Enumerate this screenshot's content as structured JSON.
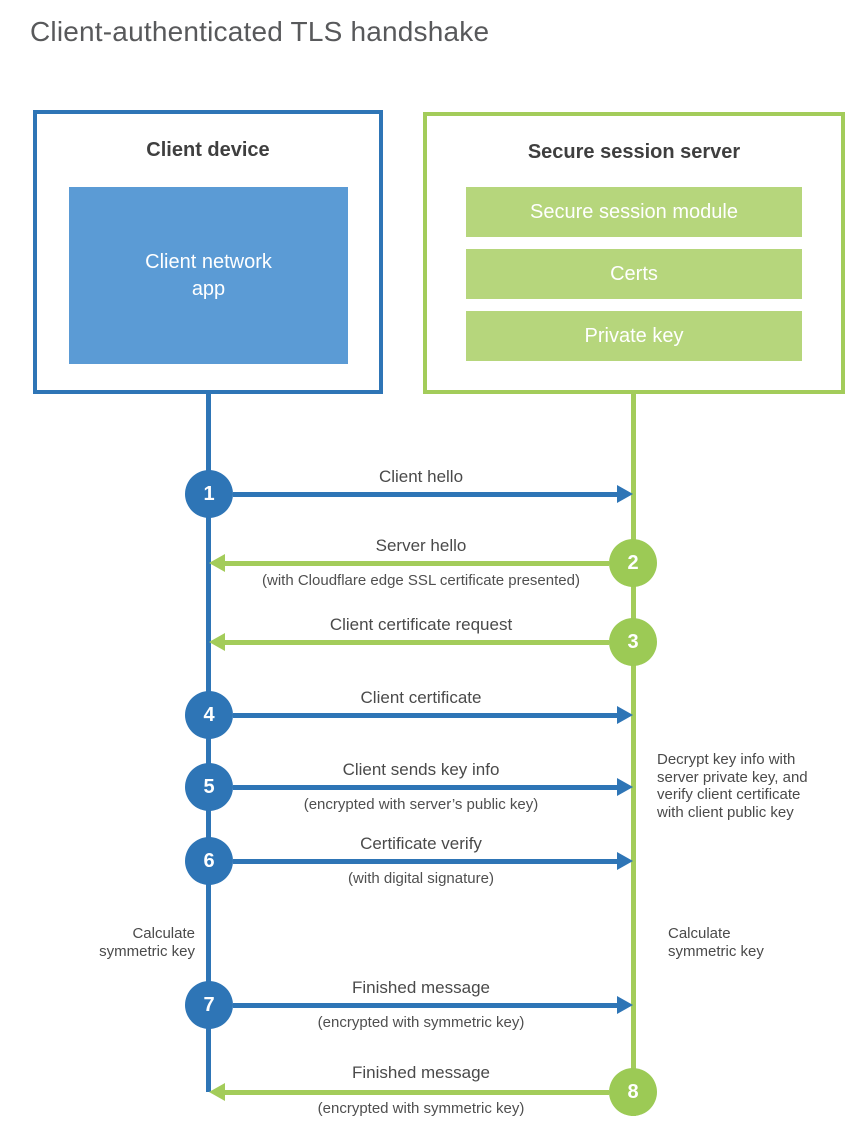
{
  "title": "Client-authenticated TLS handshake",
  "colors": {
    "blue": "#2e75b6",
    "blue_fill": "#5b9bd5",
    "green_line": "#a3cc5a",
    "green_fill": "#b6d67c",
    "green_circle": "#9cca55"
  },
  "client_box": {
    "title": "Client device",
    "app_label": "Client network\napp"
  },
  "server_box": {
    "title": "Secure session server",
    "modules": [
      "Secure session module",
      "Certs",
      "Private key"
    ]
  },
  "steps": [
    {
      "num": "1",
      "actor": "client",
      "direction": "right",
      "label": "Client hello",
      "sublabel": ""
    },
    {
      "num": "2",
      "actor": "server",
      "direction": "left",
      "label": "Server hello",
      "sublabel": "(with Cloudflare edge SSL certificate presented)"
    },
    {
      "num": "3",
      "actor": "server",
      "direction": "left",
      "label": "Client certificate request",
      "sublabel": ""
    },
    {
      "num": "4",
      "actor": "client",
      "direction": "right",
      "label": "Client certificate",
      "sublabel": ""
    },
    {
      "num": "5",
      "actor": "client",
      "direction": "right",
      "label": "Client sends key info",
      "sublabel": "(encrypted with server’s public key)"
    },
    {
      "num": "6",
      "actor": "client",
      "direction": "right",
      "label": "Certificate verify",
      "sublabel": "(with digital signature)"
    },
    {
      "num": "7",
      "actor": "client",
      "direction": "right",
      "label": "Finished message",
      "sublabel": "(encrypted with symmetric key)"
    },
    {
      "num": "8",
      "actor": "server",
      "direction": "left",
      "label": "Finished message",
      "sublabel": "(encrypted with symmetric key)"
    }
  ],
  "annotations": {
    "left_calc": "Calculate\nsymmetric key",
    "right_calc": "Calculate\nsymmetric key",
    "decrypt_note": "Decrypt key info with\nserver private key, and\nverify client certificate\nwith client public key"
  }
}
